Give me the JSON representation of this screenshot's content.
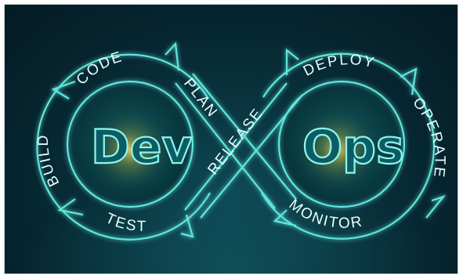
{
  "diagram": {
    "left_word": "Dev",
    "right_word": "Ops",
    "stages": {
      "plan": "PLAN",
      "code": "CODE",
      "build": "BUILD",
      "test": "TEST",
      "release": "RELEASE",
      "deploy": "DEPLOY",
      "operate": "OPERATE",
      "monitor": "MONITOR"
    }
  },
  "colors": {
    "background": "#062530",
    "glow_line": "#5fe6dc",
    "text": "#e9ffff",
    "core_glow": "#d8a83a"
  }
}
